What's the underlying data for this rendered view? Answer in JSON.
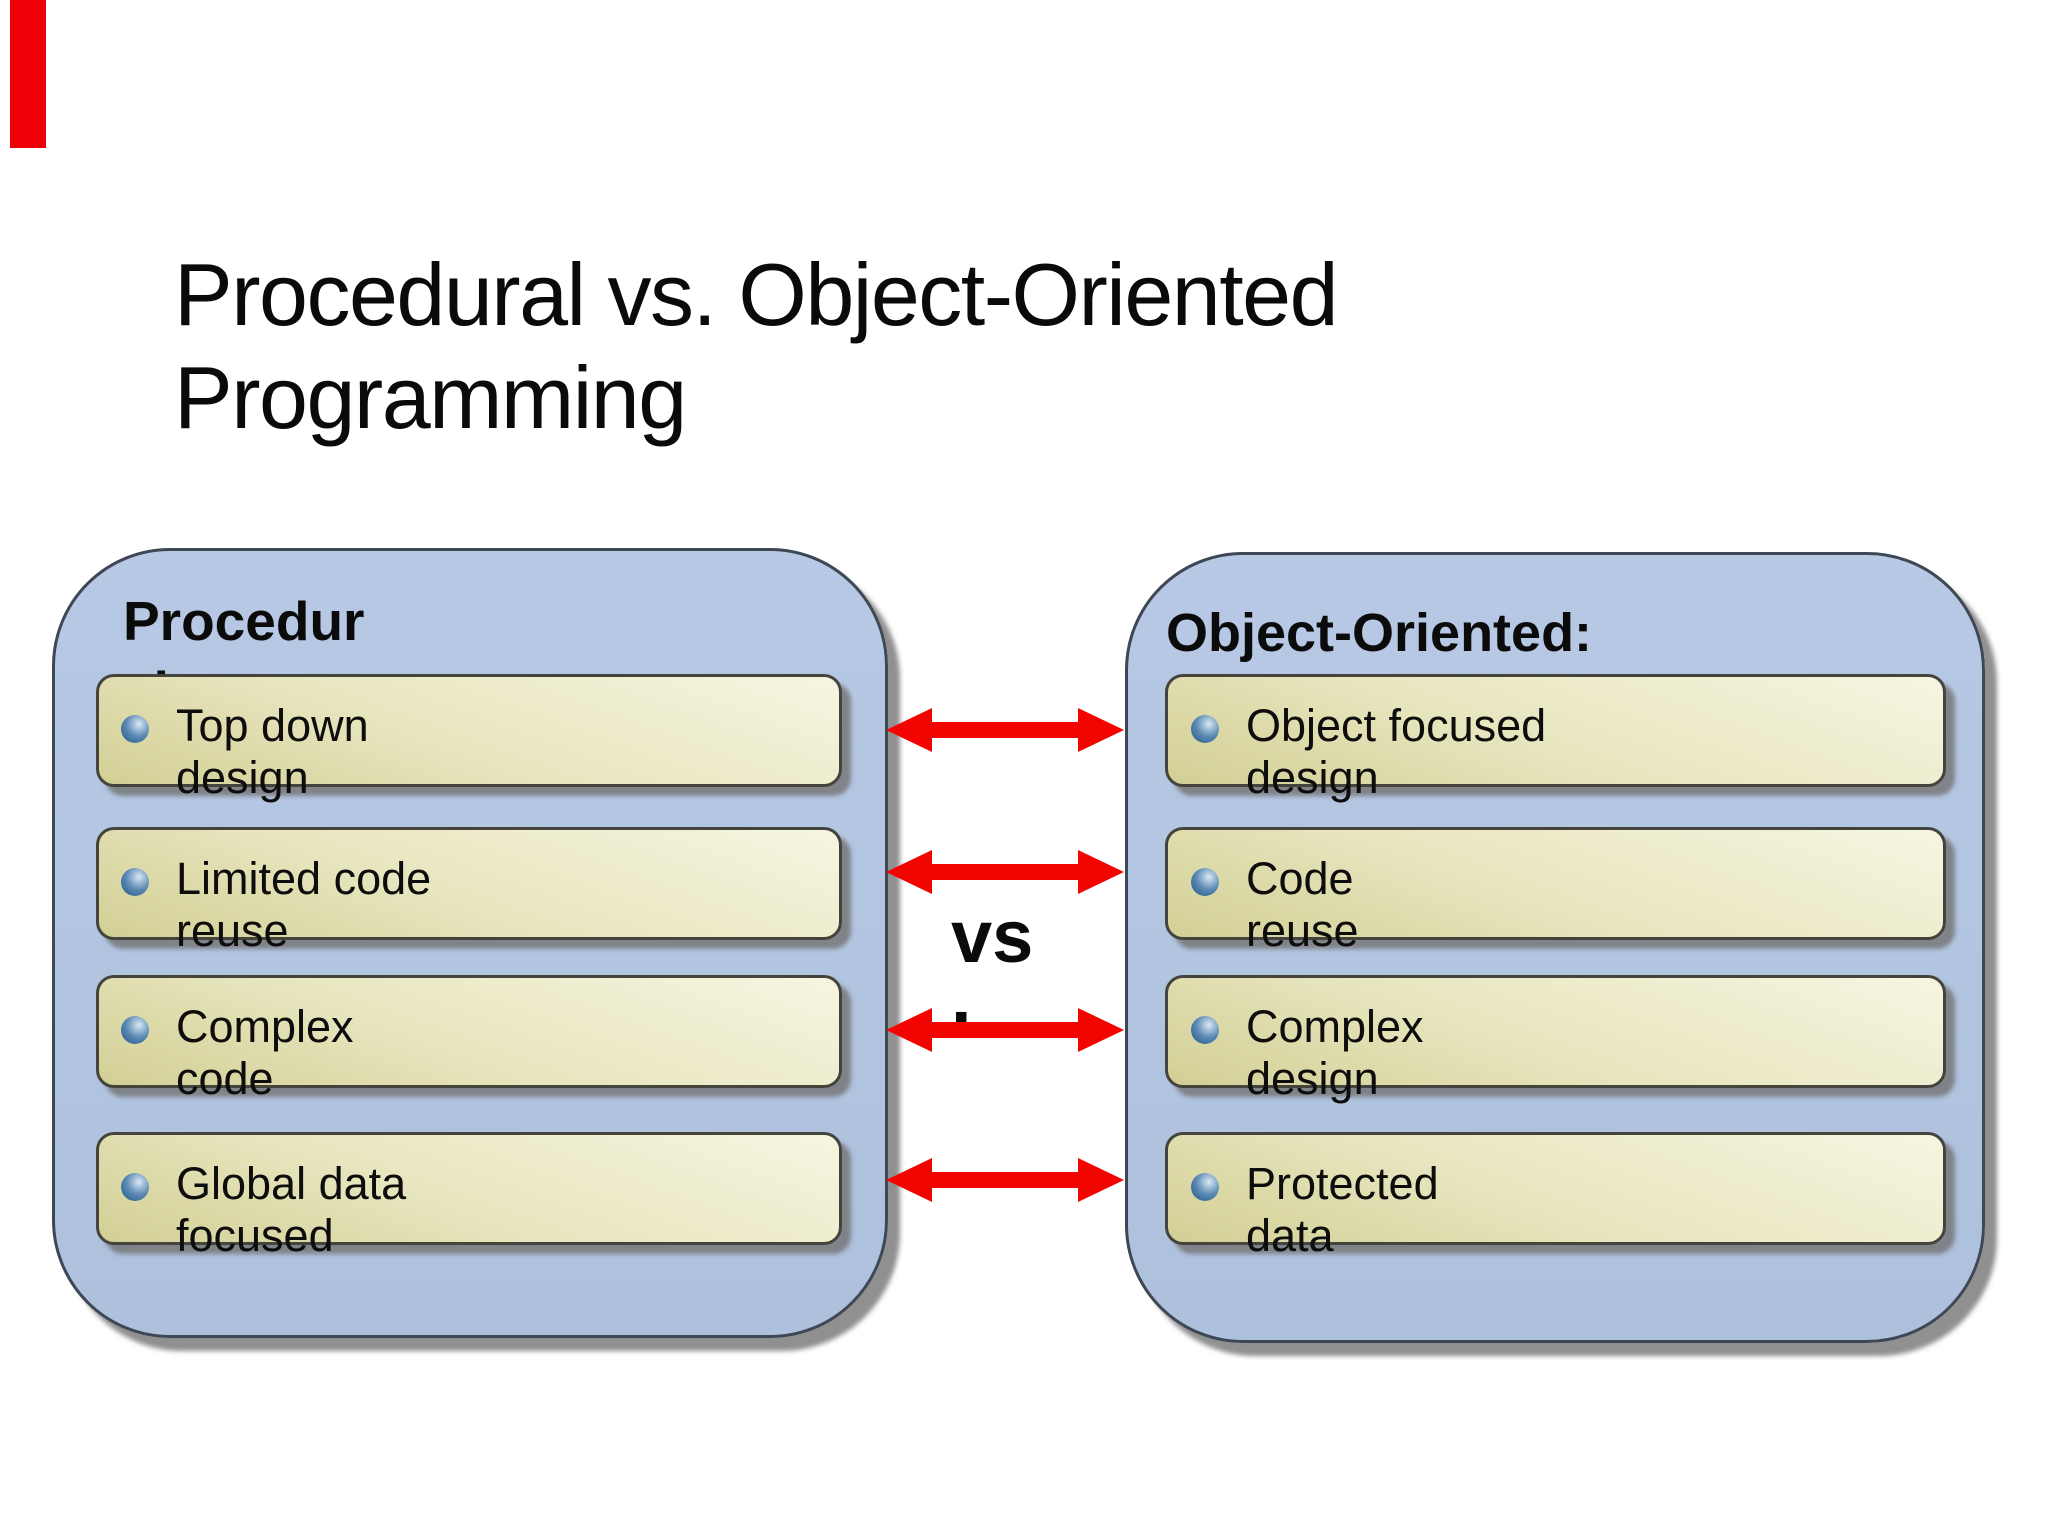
{
  "title": {
    "line1": "Procedural vs. Object-Oriented",
    "line2": "Programming"
  },
  "versus": {
    "line1": "vs",
    "line2": "."
  },
  "left_panel": {
    "header": "Procedural:",
    "items": [
      {
        "l1": "Top down",
        "l2": "design"
      },
      {
        "l1": "Limited code",
        "l2": "reuse"
      },
      {
        "l1": "Complex",
        "l2": "code"
      },
      {
        "l1": "Global data",
        "l2": "focused"
      }
    ]
  },
  "right_panel": {
    "header": "Object-Oriented:",
    "items": [
      {
        "l1": "Object focused",
        "l2": "design"
      },
      {
        "l1": "Code",
        "l2": "reuse"
      },
      {
        "l1": "Complex",
        "l2": "design"
      },
      {
        "l1": "Protected",
        "l2": "data"
      }
    ]
  },
  "icons": {
    "double_arrow": "left-right-arrow",
    "bullet": "sphere-bullet",
    "arrow_count": 4
  },
  "colors": {
    "arrow_red": "#f20400",
    "marker_red": "#ee0007",
    "panel_fill": "#b2c5e1",
    "panel_border": "#3e4755",
    "box_fill_light": "#f6f5e1",
    "box_fill_dark": "#d2cf95",
    "box_border": "#44443c",
    "bullet_blue": "#3f719f",
    "text_black": "#0a0a0a",
    "shadow_gray": "#8c8c8c"
  }
}
